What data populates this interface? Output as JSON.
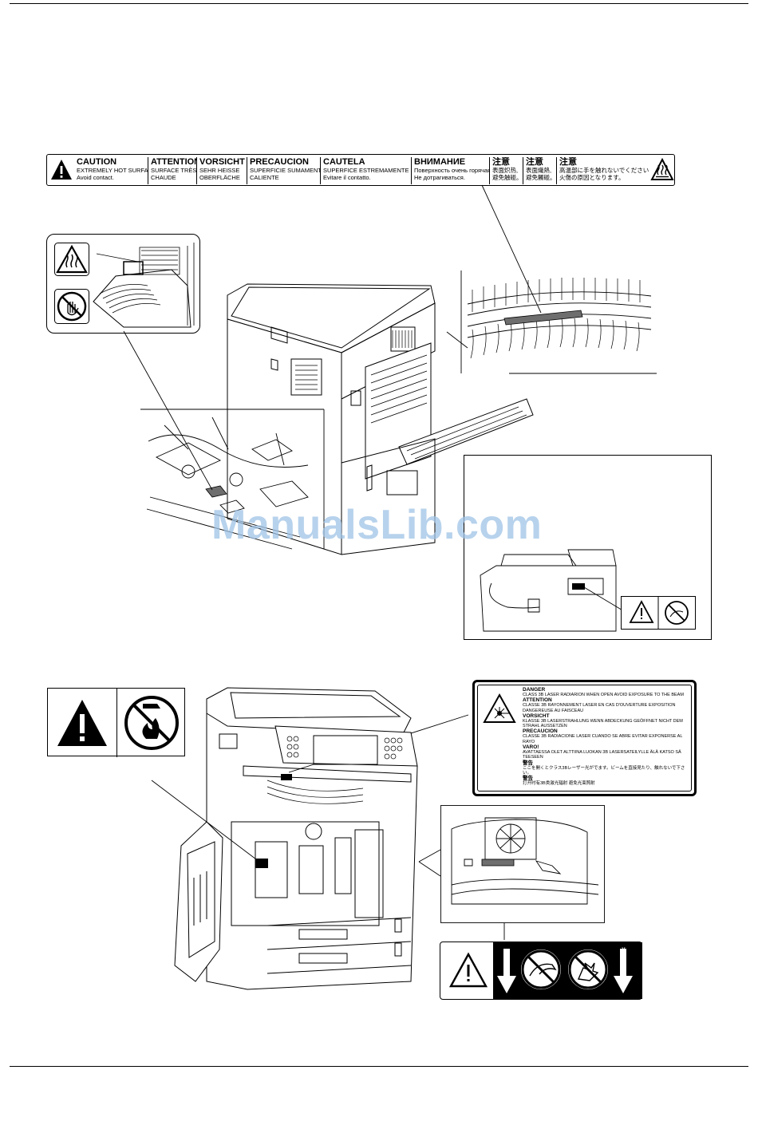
{
  "caution_label": {
    "segments": [
      {
        "heading": "CAUTION",
        "lines": [
          "EXTREMELY HOT SURFACE",
          "Avoid contact."
        ]
      },
      {
        "heading": "ATTENTION",
        "lines": [
          "SURFACE TRÈS",
          "CHAUDE"
        ]
      },
      {
        "heading": "VORSICHT",
        "lines": [
          "SEHR HEISSE",
          "OBERFLÄCHE"
        ]
      },
      {
        "heading": "PRECAUCION",
        "lines": [
          "SUPERFICIE SUMAMENTE",
          "CALIENTE"
        ]
      },
      {
        "heading": "CAUTELA",
        "lines": [
          "SUPERFICE ESTREMAMENTE CALDA",
          "Evitare il contatto."
        ]
      },
      {
        "heading": "ВНИМАНИЕ",
        "lines": [
          "Поверхность очень горячая.",
          "Не дотрагиваться."
        ]
      },
      {
        "heading": "注意",
        "lines": [
          "表面炽热,",
          "避免触碰。"
        ]
      },
      {
        "heading": "注意",
        "lines": [
          "表面熾熱,",
          "避免觸碰。"
        ]
      },
      {
        "heading": "注意",
        "lines": [
          "高温部に手を触れないでください。",
          "火傷の原因となります。"
        ]
      }
    ]
  },
  "laser_label": {
    "entries": [
      {
        "title": "DANGER",
        "text": "CLASS 3B LASER RADIARION WHEN OPEN AVOID EXPOSURE TO THE BEAM"
      },
      {
        "title": "ATTENTION",
        "text": "CLASSE 3B RAYONNEMENT LASER EN CAS D'OUVERTURE EXPOSITION DANGEREUSE AU FAISCEAU"
      },
      {
        "title": "VORSICHT",
        "text": "KLASSE 3B LASERSTRAHLUNG WENN ABDECKUNG GEÖFFNET NICHT DEM STRAHL AUSSETZEN"
      },
      {
        "title": "PRECAUCION",
        "text": "CLASSE 3B RADIACIONE LASER CUANDO SE ABRE EVITAR EXPONERSE AL RAYO"
      },
      {
        "title": "VARO!",
        "text": "AVATTAESSA OLET ALTTIINA LUOKAN 3B LASERSATEILYLLE ÄLÄ KATSO SÄ TEESEEN"
      },
      {
        "title": "警告",
        "text": "ここを開くとクラス3Bレーザー光がでます。ビームを直接見たり、触れないで下さい。"
      },
      {
        "title": "警告",
        "text": "打开时有3B类激光辐射 避免光束照射"
      }
    ]
  },
  "small_label_text": ">ABS<",
  "watermark": "ManualsLib.com",
  "colors": {
    "line": "#000000",
    "watermark": "#9fc3e6",
    "label_gray": "#6e6e6e"
  }
}
